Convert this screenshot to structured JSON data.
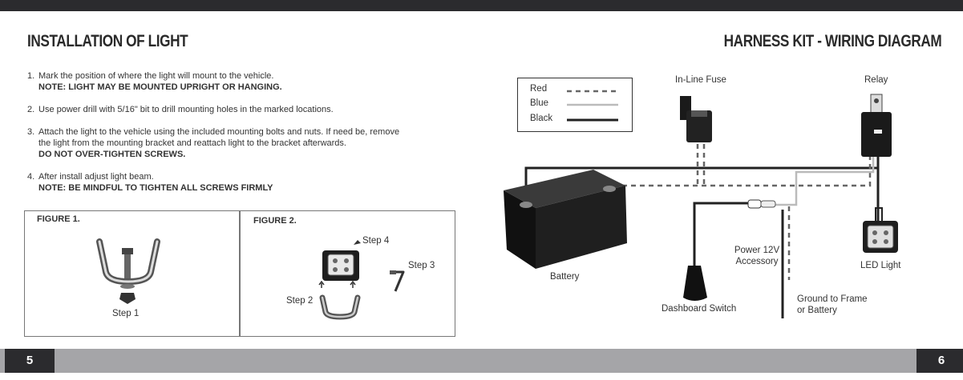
{
  "left": {
    "title": "INSTALLATION OF LIGHT",
    "steps": [
      {
        "num": "1.",
        "lines": [
          "Mark the position of where the light will mount to the vehicle."
        ],
        "notes": [
          "NOTE: LIGHT MAY BE MOUNTED UPRIGHT OR HANGING."
        ]
      },
      {
        "num": "2.",
        "lines": [
          "Use power drill with 5/16\" bit to drill mounting holes in the marked locations."
        ],
        "notes": []
      },
      {
        "num": "3.",
        "lines": [
          "Attach the light to the vehicle using the included mounting bolts and nuts. If need be, remove",
          "the light from the mounting bracket and reattach light to the bracket afterwards."
        ],
        "notes": [
          "DO NOT OVER-TIGHTEN SCREWS."
        ]
      },
      {
        "num": "4.",
        "lines": [
          "After install adjust light beam."
        ],
        "notes": [
          "NOTE: BE MINDFUL TO TIGHTEN ALL SCREWS FIRMLY"
        ]
      }
    ],
    "figure1": {
      "label": "FIGURE 1.",
      "step1": "Step 1"
    },
    "figure2": {
      "label": "FIGURE 2.",
      "step2": "Step 2",
      "step3": "Step 3",
      "step4": "Step 4"
    },
    "page_number": "5"
  },
  "right": {
    "title": "HARNESS KIT - WIRING DIAGRAM",
    "legend": {
      "red": "Red",
      "blue": "Blue",
      "black": "Black"
    },
    "labels": {
      "fuse": "In-Line Fuse",
      "relay": "Relay",
      "battery": "Battery",
      "power": [
        "Power 12V",
        "Accessory"
      ],
      "led": "LED Light",
      "switch": "Dashboard Switch",
      "ground": [
        "Ground to Frame",
        "or Battery"
      ]
    },
    "page_number": "6"
  }
}
